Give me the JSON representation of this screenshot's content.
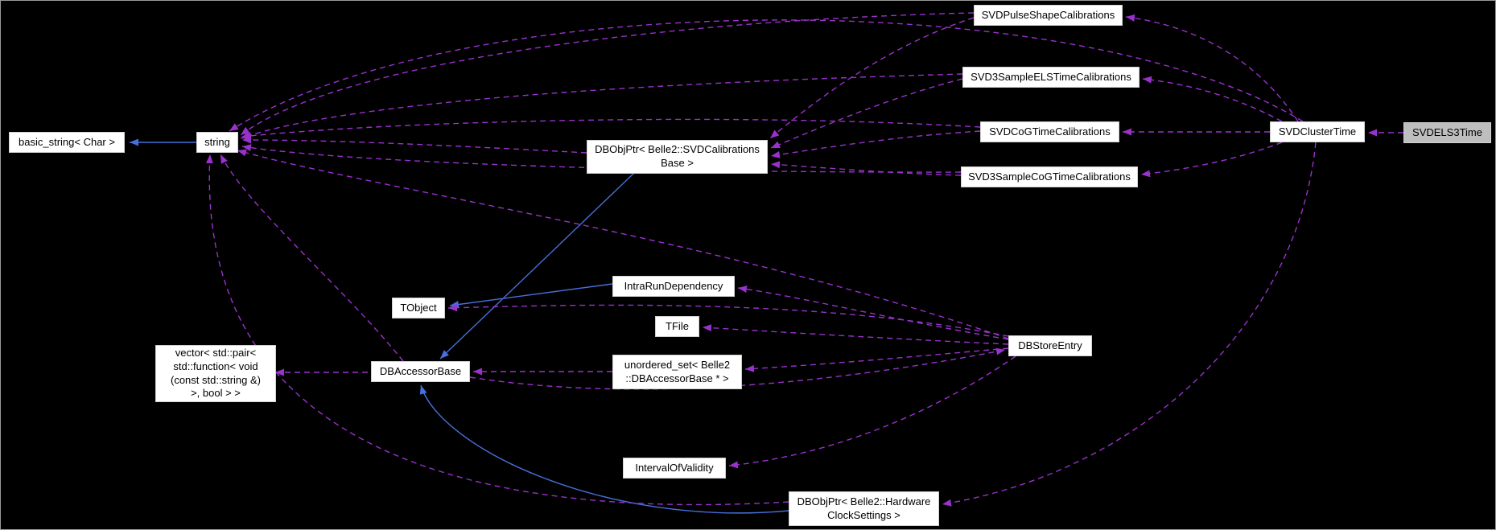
{
  "diagram": {
    "type": "doxygen-collaboration-graph",
    "highlighted_node": "SVDELS3Time"
  },
  "colors": {
    "background": "#000000",
    "node_fill": "#ffffff",
    "node_text": "#000000",
    "highlight_fill": "#bebebe",
    "usage_edge": "#9932cc",
    "inheritance_edge": "#4670db"
  },
  "nodes": {
    "basic_string": {
      "lines": [
        "basic_string< Char >"
      ]
    },
    "string": {
      "lines": [
        "string"
      ]
    },
    "dbobjptr_svdcalibrations": {
      "lines": [
        "DBObjPtr< Belle2::SVDCalibrations",
        "Base >"
      ]
    },
    "svd_pulse_shape_calibrations": {
      "lines": [
        "SVDPulseShapeCalibrations"
      ]
    },
    "svd3_sample_els_time_calibrations": {
      "lines": [
        "SVD3SampleELSTimeCalibrations"
      ]
    },
    "svd_cog_time_calibrations": {
      "lines": [
        "SVDCoGTimeCalibrations"
      ]
    },
    "svd3_sample_cog_time_calibrations": {
      "lines": [
        "SVD3SampleCoGTimeCalibrations"
      ]
    },
    "svd_cluster_time": {
      "lines": [
        "SVDClusterTime"
      ]
    },
    "svdels3time": {
      "lines": [
        "SVDELS3Time"
      ]
    },
    "tobject": {
      "lines": [
        "TObject"
      ]
    },
    "intra_run_dependency": {
      "lines": [
        "IntraRunDependency"
      ]
    },
    "tfile": {
      "lines": [
        "TFile"
      ]
    },
    "dbstore_entry": {
      "lines": [
        "DBStoreEntry"
      ]
    },
    "dbaccessor_base": {
      "lines": [
        "DBAccessorBase"
      ]
    },
    "vector_pair_function": {
      "lines": [
        "vector< std::pair<",
        "std::function< void",
        "(const std::string &)",
        ">, bool > >"
      ]
    },
    "unordered_set_dbaccessor": {
      "lines": [
        "unordered_set< Belle2",
        "::DBAccessorBase * >"
      ]
    },
    "interval_of_validity": {
      "lines": [
        "IntervalOfValidity"
      ]
    },
    "dbobjptr_hardware": {
      "lines": [
        "DBObjPtr< Belle2::Hardware",
        "ClockSettings >"
      ]
    }
  },
  "edges": [
    {
      "from": "string",
      "to": "basic_string< Char >",
      "kind": "inheritance"
    },
    {
      "from": "IntraRunDependency",
      "to": "TObject",
      "kind": "inheritance"
    },
    {
      "from": "DBObjPtr< Belle2::SVDCalibrationsBase >",
      "to": "DBAccessorBase",
      "kind": "inheritance"
    },
    {
      "from": "DBObjPtr< Belle2::HardwareClockSettings >",
      "to": "DBAccessorBase",
      "kind": "inheritance"
    },
    {
      "from": "DBObjPtr< Belle2::SVDCalibrationsBase >",
      "to": "string",
      "kind": "usage"
    },
    {
      "from": "SVDPulseShapeCalibrations",
      "to": "string",
      "kind": "usage"
    },
    {
      "from": "SVD3SampleELSTimeCalibrations",
      "to": "string",
      "kind": "usage"
    },
    {
      "from": "SVDCoGTimeCalibrations",
      "to": "string",
      "kind": "usage"
    },
    {
      "from": "SVD3SampleCoGTimeCalibrations",
      "to": "string",
      "kind": "usage"
    },
    {
      "from": "SVDClusterTime",
      "to": "string",
      "kind": "usage"
    },
    {
      "from": "DBStoreEntry",
      "to": "string",
      "kind": "usage"
    },
    {
      "from": "DBAccessorBase",
      "to": "string",
      "kind": "usage"
    },
    {
      "from": "DBObjPtr< Belle2::HardwareClockSettings >",
      "to": "string",
      "kind": "usage"
    },
    {
      "from": "SVDPulseShapeCalibrations",
      "to": "DBObjPtr< Belle2::SVDCalibrationsBase >",
      "kind": "usage"
    },
    {
      "from": "SVD3SampleELSTimeCalibrations",
      "to": "DBObjPtr< Belle2::SVDCalibrationsBase >",
      "kind": "usage"
    },
    {
      "from": "SVDCoGTimeCalibrations",
      "to": "DBObjPtr< Belle2::SVDCalibrationsBase >",
      "kind": "usage"
    },
    {
      "from": "SVD3SampleCoGTimeCalibrations",
      "to": "DBObjPtr< Belle2::SVDCalibrationsBase >",
      "kind": "usage"
    },
    {
      "from": "SVDClusterTime",
      "to": "SVDPulseShapeCalibrations",
      "kind": "usage"
    },
    {
      "from": "SVDClusterTime",
      "to": "SVD3SampleELSTimeCalibrations",
      "kind": "usage"
    },
    {
      "from": "SVDClusterTime",
      "to": "SVDCoGTimeCalibrations",
      "kind": "usage"
    },
    {
      "from": "SVDClusterTime",
      "to": "SVD3SampleCoGTimeCalibrations",
      "kind": "usage"
    },
    {
      "from": "SVDELS3Time",
      "to": "SVDClusterTime",
      "kind": "usage"
    },
    {
      "from": "SVDClusterTime",
      "to": "DBObjPtr< Belle2::HardwareClockSettings >",
      "kind": "usage"
    },
    {
      "from": "DBStoreEntry",
      "to": "TFile",
      "kind": "usage"
    },
    {
      "from": "DBStoreEntry",
      "to": "IntraRunDependency",
      "kind": "usage"
    },
    {
      "from": "DBStoreEntry",
      "to": "TObject",
      "kind": "usage"
    },
    {
      "from": "DBStoreEntry",
      "to": "unordered_set< Belle2::DBAccessorBase * >",
      "kind": "usage"
    },
    {
      "from": "DBStoreEntry",
      "to": "IntervalOfValidity",
      "kind": "usage"
    },
    {
      "from": "DBAccessorBase",
      "to": "vector< std::pair< std::function< void (const std::string &) >, bool > >",
      "kind": "usage"
    },
    {
      "from": "DBAccessorBase",
      "to": "DBStoreEntry",
      "kind": "usage"
    },
    {
      "from": "unordered_set< Belle2::DBAccessorBase * >",
      "to": "DBAccessorBase",
      "kind": "usage"
    }
  ]
}
